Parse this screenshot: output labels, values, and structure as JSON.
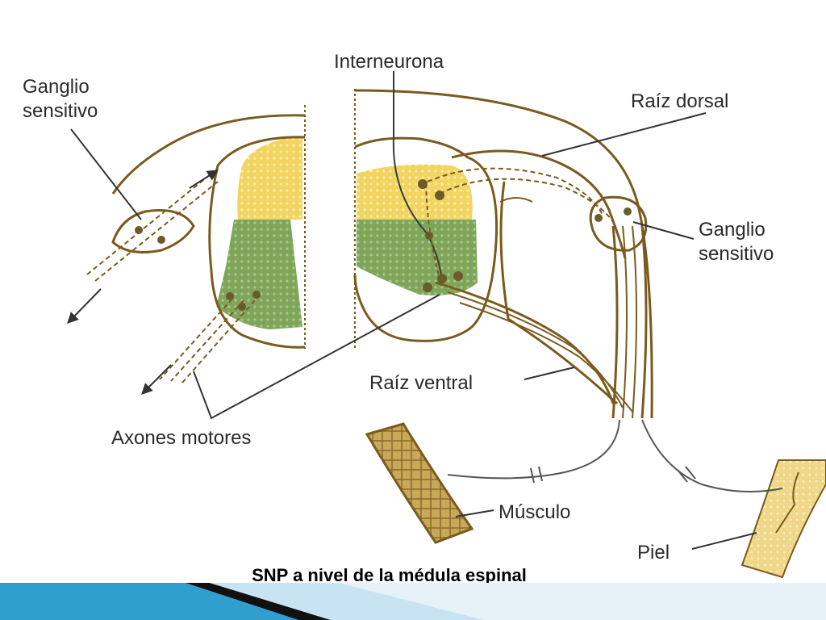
{
  "labels": {
    "ganglio_left_line1": "Ganglio",
    "ganglio_left_line2": "sensitivo",
    "interneurona": "Interneurona",
    "raiz_dorsal": "Raíz dorsal",
    "ganglio_right_line1": "Ganglio",
    "ganglio_right_line2": "sensitivo",
    "raiz_ventral": "Raíz ventral",
    "axones_motores": "Axones motores",
    "musculo": "Músculo",
    "piel": "Piel"
  },
  "caption": "SNP a nivel de la médula espinal",
  "colors": {
    "outline": "#7a5a1e",
    "dorsal_horn": "#f2d461",
    "ventral_horn": "#7fa55a",
    "muscle": "#c9a85a",
    "skin": "#f0d88a",
    "footer_blue": "#2f9fd0",
    "footer_dark": "#111111",
    "footer_light": "#c8e4f2"
  }
}
